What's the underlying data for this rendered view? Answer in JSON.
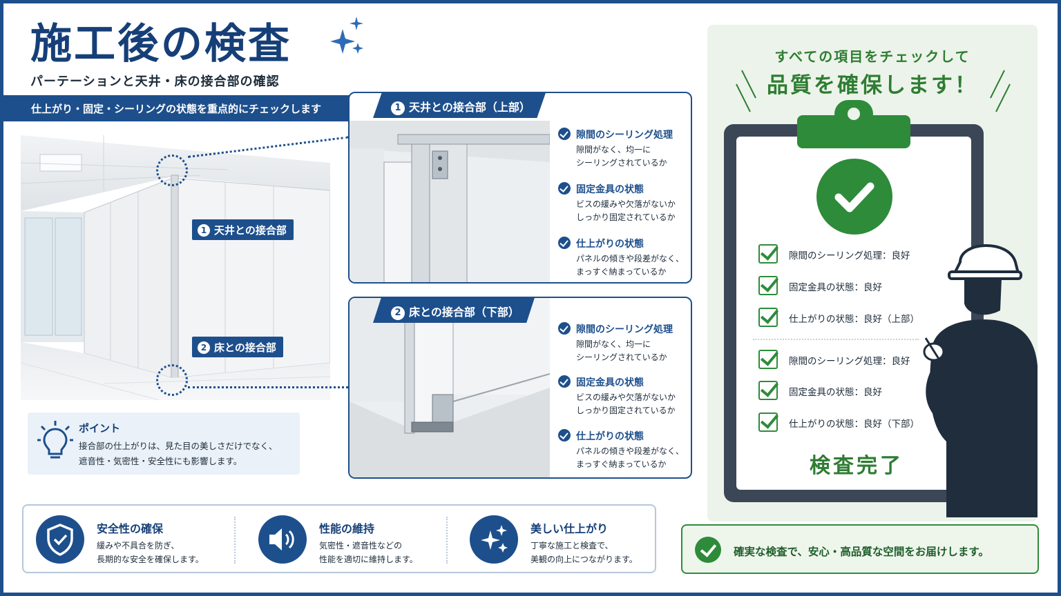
{
  "header": {
    "title": "施工後の検査",
    "subtitle": "パーテーションと天井・床の接合部の確認",
    "banner": "仕上がり・固定・シーリングの状態を重点的にチェックします"
  },
  "room": {
    "ceiling_tag": "天井との接合部",
    "ceiling_num": "1",
    "floor_tag": "床との接合部",
    "floor_num": "2"
  },
  "point": {
    "title": "ポイント",
    "line1": "接合部の仕上がりは、見た目の美しさだけでなく、",
    "line2": "遮音性・気密性・安全性にも影響します。"
  },
  "panel_top": {
    "num": "1",
    "tab": "天井との接合部（上部）",
    "items": [
      {
        "head": "隙間のシーリング処理",
        "desc1": "隙間がなく、均一に",
        "desc2": "シーリングされているか"
      },
      {
        "head": "固定金具の状態",
        "desc1": "ビスの緩みや欠落がないか",
        "desc2": "しっかり固定されているか"
      },
      {
        "head": "仕上がりの状態",
        "desc1": "パネルの傾きや段差がなく、",
        "desc2": "まっすぐ納まっているか"
      }
    ]
  },
  "panel_bottom": {
    "num": "2",
    "tab": "床との接合部（下部）",
    "items": [
      {
        "head": "隙間のシーリング処理",
        "desc1": "隙間がなく、均一に",
        "desc2": "シーリングされているか"
      },
      {
        "head": "固定金具の状態",
        "desc1": "ビスの緩みや欠落がないか",
        "desc2": "しっかり固定されているか"
      },
      {
        "head": "仕上がりの状態",
        "desc1": "パネルの傾きや段差がなく、",
        "desc2": "まっすぐ納まっているか"
      }
    ]
  },
  "features": [
    {
      "title": "安全性の確保",
      "desc1": "緩みや不具合を防ぎ、",
      "desc2": "長期的な安全を確保します。",
      "icon": "shield-check-icon"
    },
    {
      "title": "性能の維持",
      "desc1": "気密性・遮音性などの",
      "desc2": "性能を適切に維持します。",
      "icon": "speaker-icon"
    },
    {
      "title": "美しい仕上がり",
      "desc1": "丁寧な施工と検査で、",
      "desc2": "美観の向上につながります。",
      "icon": "sparkle-icon"
    }
  ],
  "right": {
    "head1": "すべての項目をチェックして",
    "head2": "品質を確保します！",
    "checklist_upper": [
      "隙間のシーリング処理：良好",
      "固定金具の状態：良好",
      "仕上がりの状態：良好（上部）"
    ],
    "checklist_lower": [
      "隙間のシーリング処理：良好",
      "固定金具の状態：良好",
      "仕上がりの状態：良好（下部）"
    ],
    "done": "検査完了",
    "message": "確実な検査で、安心・高品質な空間をお届けします。"
  },
  "colors": {
    "navy": "#1d4f8c",
    "green": "#2e8b3a",
    "light_green_bg": "#ecf3ea",
    "light_blue_bg": "#eaf1f8"
  }
}
